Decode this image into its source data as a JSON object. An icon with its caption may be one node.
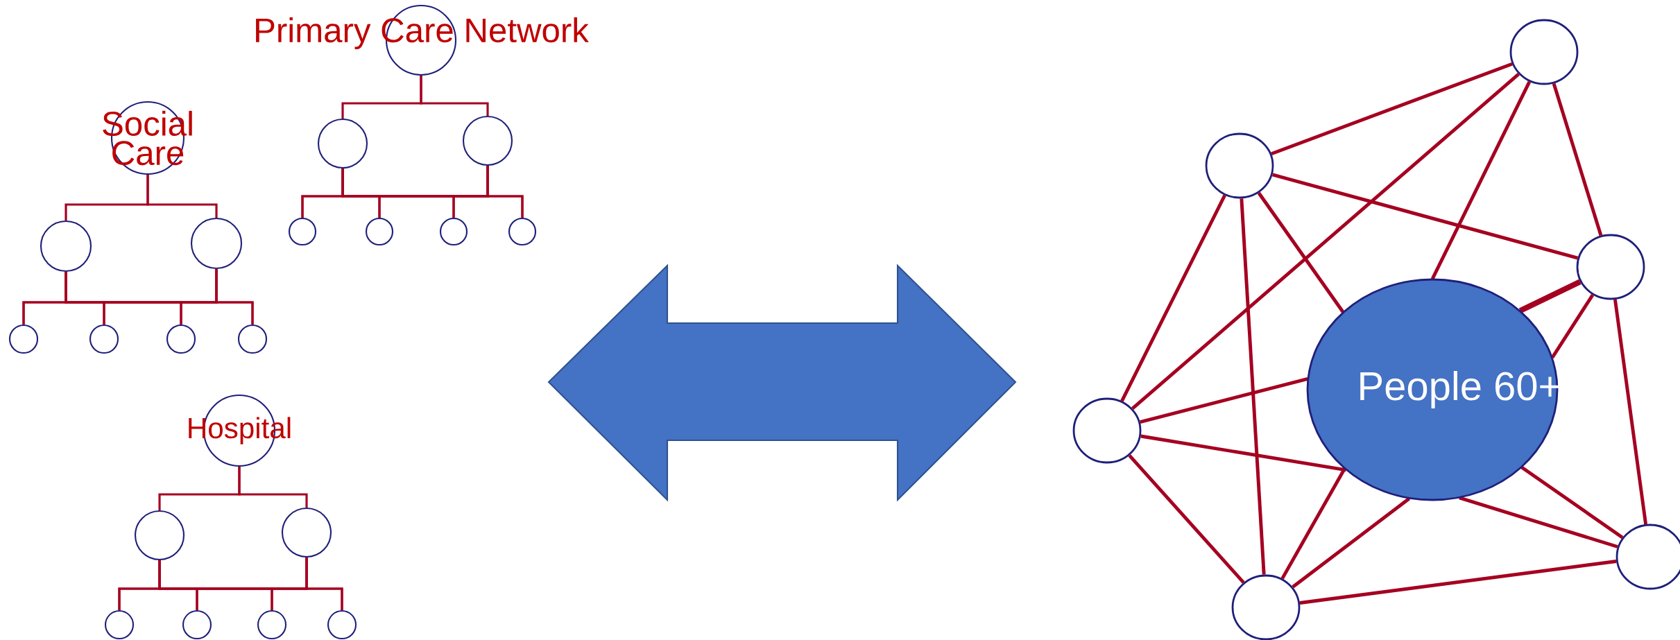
{
  "diagram": {
    "nodes": [
      {
        "text": [
          "Primary Care Network"
        ]
      },
      {
        "text": [],
        "shape": "circle"
      },
      {
        "text": [],
        "shape": "circle"
      },
      {
        "text": [],
        "shape": "circle"
      },
      {
        "text": [],
        "shape": "circle"
      },
      {
        "text": [],
        "shape": "circle"
      },
      {
        "text": [],
        "shape": "circle"
      },
      {
        "text": [
          "Social Care"
        ]
      },
      {
        "text": [],
        "shape": "circle"
      },
      {
        "text": [],
        "shape": "circle"
      },
      {
        "text": [],
        "shape": "circle"
      },
      {
        "text": [],
        "shape": "circle"
      },
      {
        "text": [],
        "shape": "circle"
      },
      {
        "text": [],
        "shape": "circle"
      },
      {
        "text": [
          "Hospital"
        ]
      },
      {
        "text": [],
        "shape": "circle"
      },
      {
        "text": [],
        "shape": "circle"
      },
      {
        "text": [],
        "shape": "circle"
      },
      {
        "text": [],
        "shape": "circle"
      },
      {
        "text": [],
        "shape": "circle"
      },
      {
        "text": [],
        "shape": "circle"
      },
      {
        "text": [],
        "shape": "circle"
      },
      {
        "text": [],
        "shape": "circle"
      },
      {
        "text": [],
        "shape": "circle"
      },
      {
        "text": [
          "People 60+"
        ]
      },
      {
        "text": [],
        "shape": "circle"
      },
      {
        "text": [],
        "shape": "circle"
      },
      {
        "text": [],
        "shape": "circle"
      }
    ],
    "edges": [
      {
        "from": 0,
        "to": 1,
        "arrow": "none"
      },
      {
        "from": 0,
        "to": 2,
        "arrow": "none"
      },
      {
        "from": 1,
        "to": 3,
        "arrow": "none"
      },
      {
        "from": 1,
        "to": 4,
        "arrow": "none"
      },
      {
        "from": 1,
        "to": 5,
        "arrow": "none"
      },
      {
        "from": 1,
        "to": 6,
        "arrow": "none"
      },
      {
        "from": 2,
        "to": 3,
        "arrow": "none"
      },
      {
        "from": 2,
        "to": 4,
        "arrow": "none"
      },
      {
        "from": 2,
        "to": 5,
        "arrow": "none"
      },
      {
        "from": 2,
        "to": 6,
        "arrow": "none"
      },
      {
        "from": 7,
        "to": 8,
        "arrow": "none"
      },
      {
        "from": 7,
        "to": 9,
        "arrow": "none"
      },
      {
        "from": 8,
        "to": 10,
        "arrow": "none"
      },
      {
        "from": 8,
        "to": 11,
        "arrow": "none"
      },
      {
        "from": 8,
        "to": 12,
        "arrow": "none"
      },
      {
        "from": 8,
        "to": 13,
        "arrow": "none"
      },
      {
        "from": 9,
        "to": 10,
        "arrow": "none"
      },
      {
        "from": 9,
        "to": 11,
        "arrow": "none"
      },
      {
        "from": 9,
        "to": 12,
        "arrow": "none"
      },
      {
        "from": 9,
        "to": 13,
        "arrow": "none"
      },
      {
        "from": 14,
        "to": 15,
        "arrow": "none"
      },
      {
        "from": 14,
        "to": 16,
        "arrow": "none"
      },
      {
        "from": 15,
        "to": 17,
        "arrow": "none"
      },
      {
        "from": 15,
        "to": 18,
        "arrow": "none"
      },
      {
        "from": 15,
        "to": 19,
        "arrow": "none"
      },
      {
        "from": 15,
        "to": 20,
        "arrow": "none"
      },
      {
        "from": 16,
        "to": 17,
        "arrow": "none"
      },
      {
        "from": 16,
        "to": 18,
        "arrow": "none"
      },
      {
        "from": 16,
        "to": 19,
        "arrow": "none"
      },
      {
        "from": 16,
        "to": 20,
        "arrow": "none"
      },
      {
        "from": 22,
        "to": 21,
        "arrow": "none"
      },
      {
        "from": 21,
        "to": 25,
        "arrow": "none"
      },
      {
        "from": 21,
        "to": 24,
        "arrow": "none"
      },
      {
        "from": 24,
        "to": 27,
        "arrow": "none"
      },
      {
        "from": 21,
        "to": 23,
        "arrow": "none"
      },
      {
        "from": 22,
        "to": 23,
        "arrow": "none"
      },
      {
        "from": 22,
        "to": 24,
        "arrow": "none"
      },
      {
        "from": 22,
        "to": 25,
        "arrow": "none"
      },
      {
        "from": 22,
        "to": 27,
        "arrow": "none"
      },
      {
        "from": 25,
        "to": 24,
        "arrow": "none"
      },
      {
        "from": 24,
        "to": 23,
        "arrow": "none",
        "style": "thick"
      },
      {
        "from": 25,
        "to": 24,
        "arrow": "none"
      },
      {
        "from": 24,
        "to": 26,
        "arrow": "none"
      },
      {
        "from": 25,
        "to": 27,
        "arrow": "none"
      },
      {
        "from": 23,
        "to": 26,
        "arrow": "none"
      },
      {
        "from": 24,
        "to": 26,
        "arrow": "none"
      },
      {
        "from": 27,
        "to": 24,
        "arrow": "none"
      },
      {
        "from": 24,
        "to": 23,
        "arrow": "none"
      },
      {
        "from": 27,
        "to": 26,
        "arrow": "none"
      }
    ]
  }
}
